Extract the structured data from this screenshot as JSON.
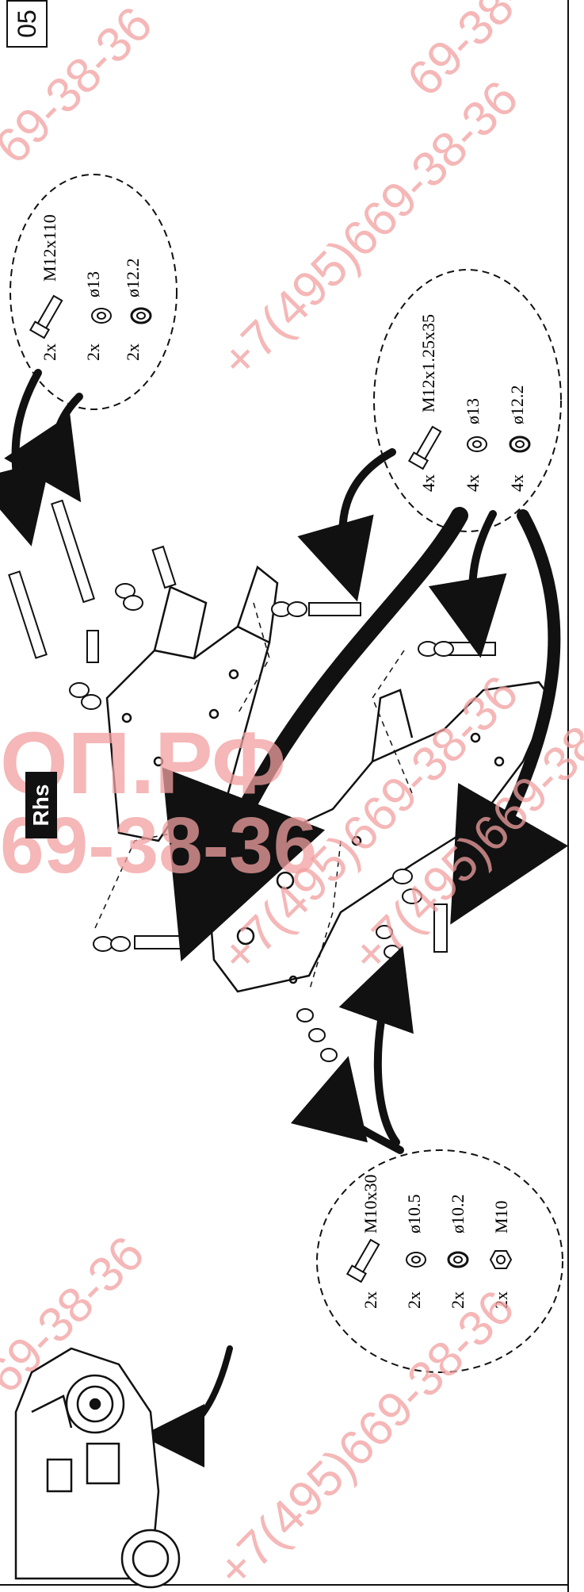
{
  "page_number": "05",
  "side_label": "Rhs",
  "kits": {
    "top": [
      {
        "qty": "2x",
        "spec": "M12x110"
      },
      {
        "qty": "2x",
        "spec": "ø13"
      },
      {
        "qty": "2x",
        "spec": "ø12.2"
      }
    ],
    "right": [
      {
        "qty": "4x",
        "spec": "M12x1.25x35"
      },
      {
        "qty": "4x",
        "spec": "ø13"
      },
      {
        "qty": "4x",
        "spec": "ø12.2"
      }
    ],
    "bottom": [
      {
        "qty": "2x",
        "spec": "M10x30"
      },
      {
        "qty": "2x",
        "spec": "ø10.5"
      },
      {
        "qty": "2x",
        "spec": "ø10.2"
      },
      {
        "qty": "2x",
        "spec": "M10"
      }
    ]
  },
  "watermarks": {
    "phone_a": "69-38-36",
    "phone_b": "+7(495)669-38-36",
    "brand_partial": "ОП.РФ"
  },
  "colors": {
    "ink": "#111111",
    "watermark": "#f2a0a0"
  }
}
